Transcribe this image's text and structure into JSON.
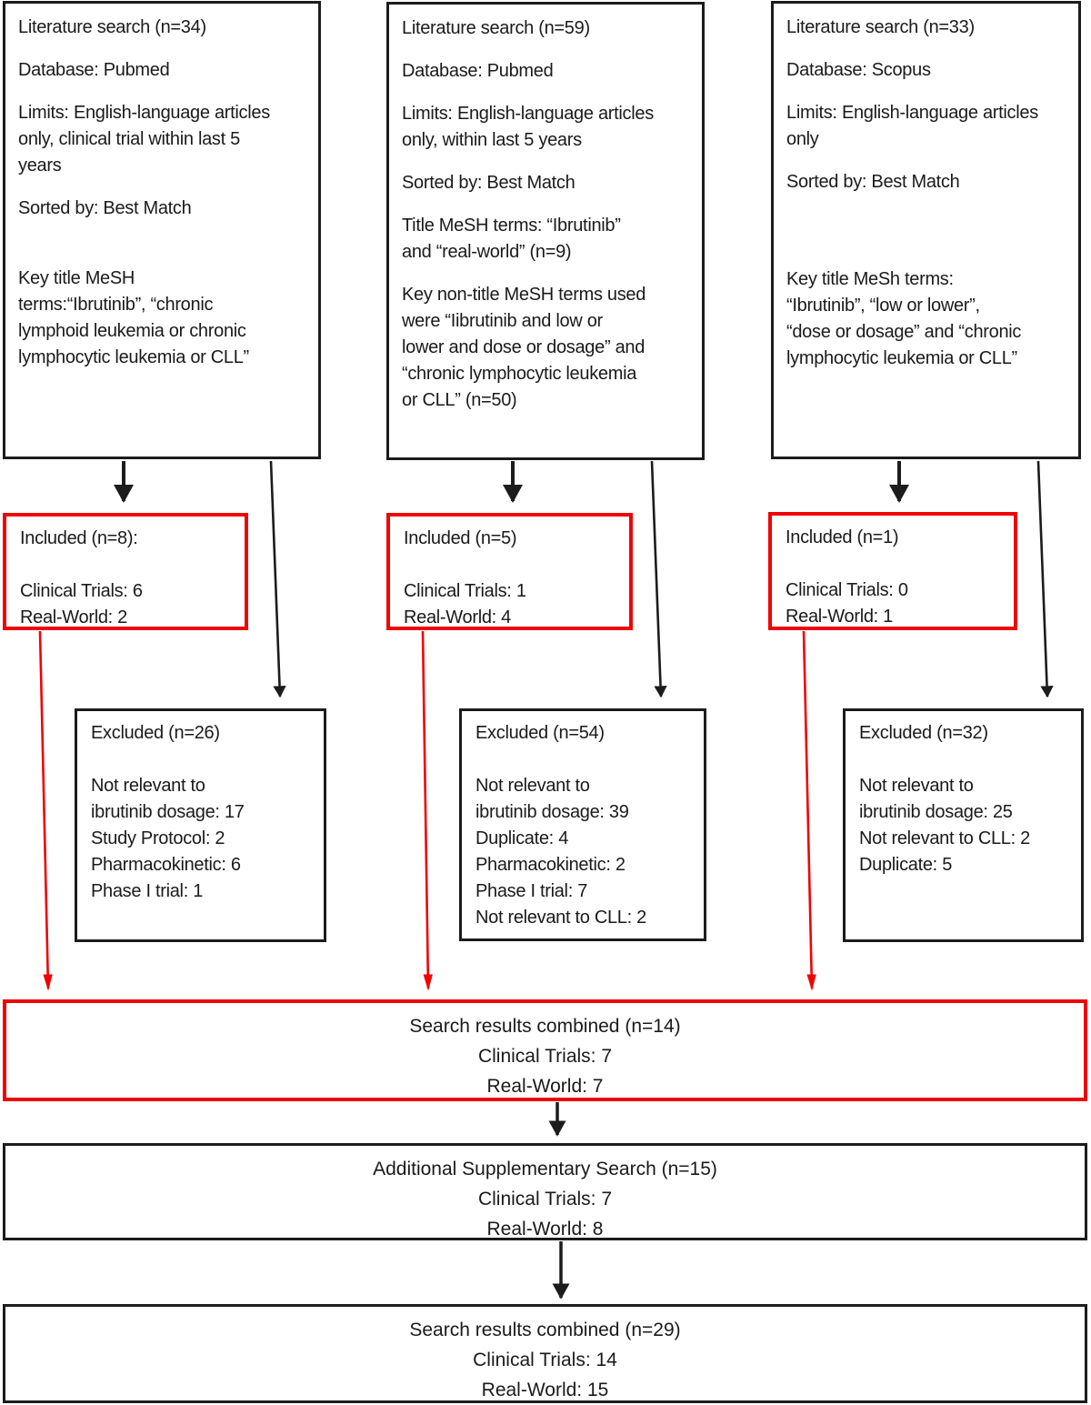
{
  "columns": [
    {
      "literature": [
        "Literature search (n=34)",
        "Database: Pubmed",
        "Limits: English-language articles\nonly, clinical trial within last 5\nyears",
        "Sorted by: Best Match",
        "Key title MeSH\nterms:“Ibrutinib”, “chronic\nlymphoid leukemia or chronic\nlymphocytic leukemia or CLL”"
      ],
      "included": "Included (n=8):\n\nClinical Trials: 6\nReal-World: 2",
      "excluded": "Excluded (n=26)\n\nNot relevant to\nibrutinib dosage: 17\nStudy Protocol: 2\nPharmacokinetic: 6\nPhase I trial: 1"
    },
    {
      "literature": [
        "Literature search (n=59)",
        "Database: Pubmed",
        "Limits: English-language articles\nonly, within last 5 years",
        "Sorted by: Best Match",
        "Title MeSH terms: “Ibrutinib”\nand “real-world” (n=9)",
        "Key non-title MeSH terms used\nwere “Iibrutinib and low or\nlower and dose or dosage” and\n“chronic lymphocytic leukemia\nor CLL” (n=50)"
      ],
      "included": "Included (n=5)\n\nClinical Trials: 1\nReal-World: 4",
      "excluded": "Excluded (n=54)\n\nNot relevant to\nibrutinib dosage: 39\nDuplicate: 4\nPharmacokinetic: 2\nPhase I trial: 7\nNot relevant to CLL: 2"
    },
    {
      "literature": [
        "Literature search (n=33)",
        "Database: Scopus",
        "Limits: English-language articles\nonly",
        "Sorted by: Best Match",
        "Key title MeSh terms:\n“Ibrutinib”, “low or lower”,\n“dose or dosage” and “chronic\nlymphocytic leukemia or CLL”"
      ],
      "included": "Included (n=1)\n\nClinical Trials: 0\nReal-World: 1",
      "excluded": "Excluded (n=32)\n\nNot relevant to\nibrutinib dosage: 25\nNot relevant to CLL: 2\nDuplicate: 5"
    }
  ],
  "combined": "Search results combined (n=14)\nClinical Trials: 7\nReal-World: 7",
  "supplementary": "Additional Supplementary Search (n=15)\nClinical Trials: 7\nReal-World: 8",
  "final": "Search results combined (n=29)\nClinical Trials: 14\nReal-World: 15",
  "colors": {
    "highlight_red": "#ee0404",
    "line_black": "#1c1c1c",
    "background": "#ffffff"
  }
}
